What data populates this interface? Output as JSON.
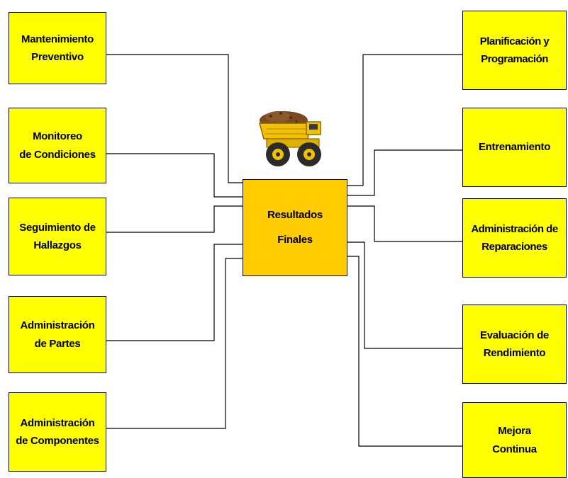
{
  "diagram": {
    "center": {
      "lines": [
        "Resultados",
        "Finales"
      ]
    },
    "left_boxes": [
      {
        "lines": [
          "Mantenimiento",
          "Preventivo"
        ]
      },
      {
        "lines": [
          "Monitoreo",
          "de Condiciones"
        ]
      },
      {
        "lines": [
          "Seguimiento de",
          "Hallazgos"
        ]
      },
      {
        "lines": [
          "Administración",
          "de Partes"
        ]
      },
      {
        "lines": [
          "Administración",
          "de Componentes"
        ]
      }
    ],
    "right_boxes": [
      {
        "lines": [
          "Planificación y",
          "Programación"
        ]
      },
      {
        "lines": [
          "Entrenamiento"
        ]
      },
      {
        "lines": [
          "Administración de",
          "Reparaciones"
        ]
      },
      {
        "lines": [
          "Evaluación de",
          "Rendimiento"
        ]
      },
      {
        "lines": [
          "Mejora",
          "Continua"
        ]
      }
    ],
    "colors": {
      "box_fill": "#ffff00",
      "center_fill": "#ffcc00",
      "border": "#000000",
      "connector": "#000000",
      "truck_body": "#f2c200",
      "truck_load": "#7a4a1e"
    },
    "icons": [
      "mining-haul-truck-icon"
    ]
  }
}
